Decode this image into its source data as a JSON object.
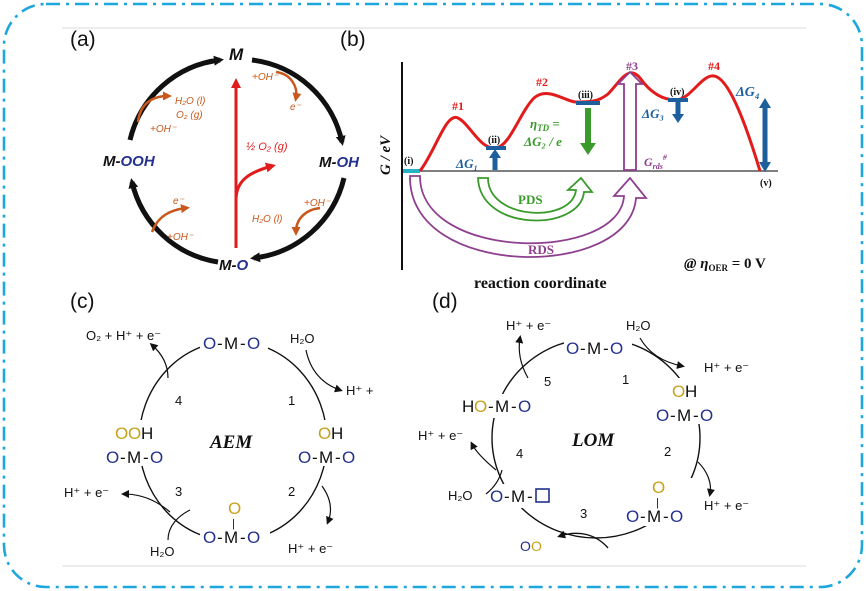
{
  "colors": {
    "frame": "#1ea7dc",
    "red": "#e21c1c",
    "orange": "#c8581c",
    "navy": "#23318f",
    "gold": "#c8a11c",
    "teal": "#27b3c4",
    "dblue": "#1d5f9c",
    "green": "#3a9a2c",
    "purple": "#8e3f8f"
  },
  "panel_a": {
    "label": "(a)",
    "nodes": {
      "top": "M",
      "right_m": "M-",
      "right_x": "OH",
      "bottom_m": "M-",
      "bottom_x": "O",
      "left_m": "M-",
      "left_x": "OOH"
    },
    "center": "½ O₂ (g)",
    "top_right": [
      "+OH⁻",
      "e⁻"
    ],
    "right_side": [
      "+OH⁻",
      "H₂O (l)"
    ],
    "bottom_left": [
      "e⁻",
      "+OH⁻"
    ],
    "top_left": [
      "H₂O (l)",
      "O₂ (g)",
      "+OH⁻"
    ]
  },
  "panel_b": {
    "label": "(b)",
    "yaxis": "G / eV",
    "xaxis": "reaction coordinate",
    "states": [
      "(i)",
      "(ii)",
      "(iii)",
      "(iv)",
      "(v)"
    ],
    "ts": [
      "#1",
      "#2",
      "#3",
      "#4"
    ],
    "dg1": "ΔG₁",
    "dg3": "ΔG₃",
    "dg4": "ΔG₄",
    "eta_td_1": "η",
    "eta_td_sub": "TD",
    "eta_td_2": " =",
    "eta_td_3": "ΔG₂ / e",
    "grds": "G",
    "grds_sub": "rds",
    "grds_sup": "#",
    "pds": "PDS",
    "rds": "RDS",
    "cond_at": "@ η",
    "cond_sub": "OER",
    "cond_rest": " = 0 V"
  },
  "panel_c": {
    "label": "(c)",
    "center": "AEM",
    "step_numbers": [
      "1",
      "2",
      "3",
      "4"
    ],
    "species_top": [
      "O₂ + H⁺ + e⁻",
      "H₂O",
      "H⁺ +"
    ],
    "species_right": [
      "H⁺ + e⁻"
    ],
    "species_bottom": [
      "H₂O",
      "H⁺ + e⁻"
    ],
    "glyph_O": "O",
    "glyph_M": "M",
    "glyph_H": "H",
    "glyph_dash": "-",
    "glyph_bar": "|"
  },
  "panel_d": {
    "label": "(d)",
    "center": "LOM",
    "step_numbers": [
      "1",
      "2",
      "3",
      "4",
      "5"
    ],
    "species": [
      "H⁺ + e⁻",
      "H₂O",
      "H⁺ + e⁻",
      "H⁺ + e⁻",
      "H⁺ + e⁻",
      "H₂O"
    ]
  }
}
